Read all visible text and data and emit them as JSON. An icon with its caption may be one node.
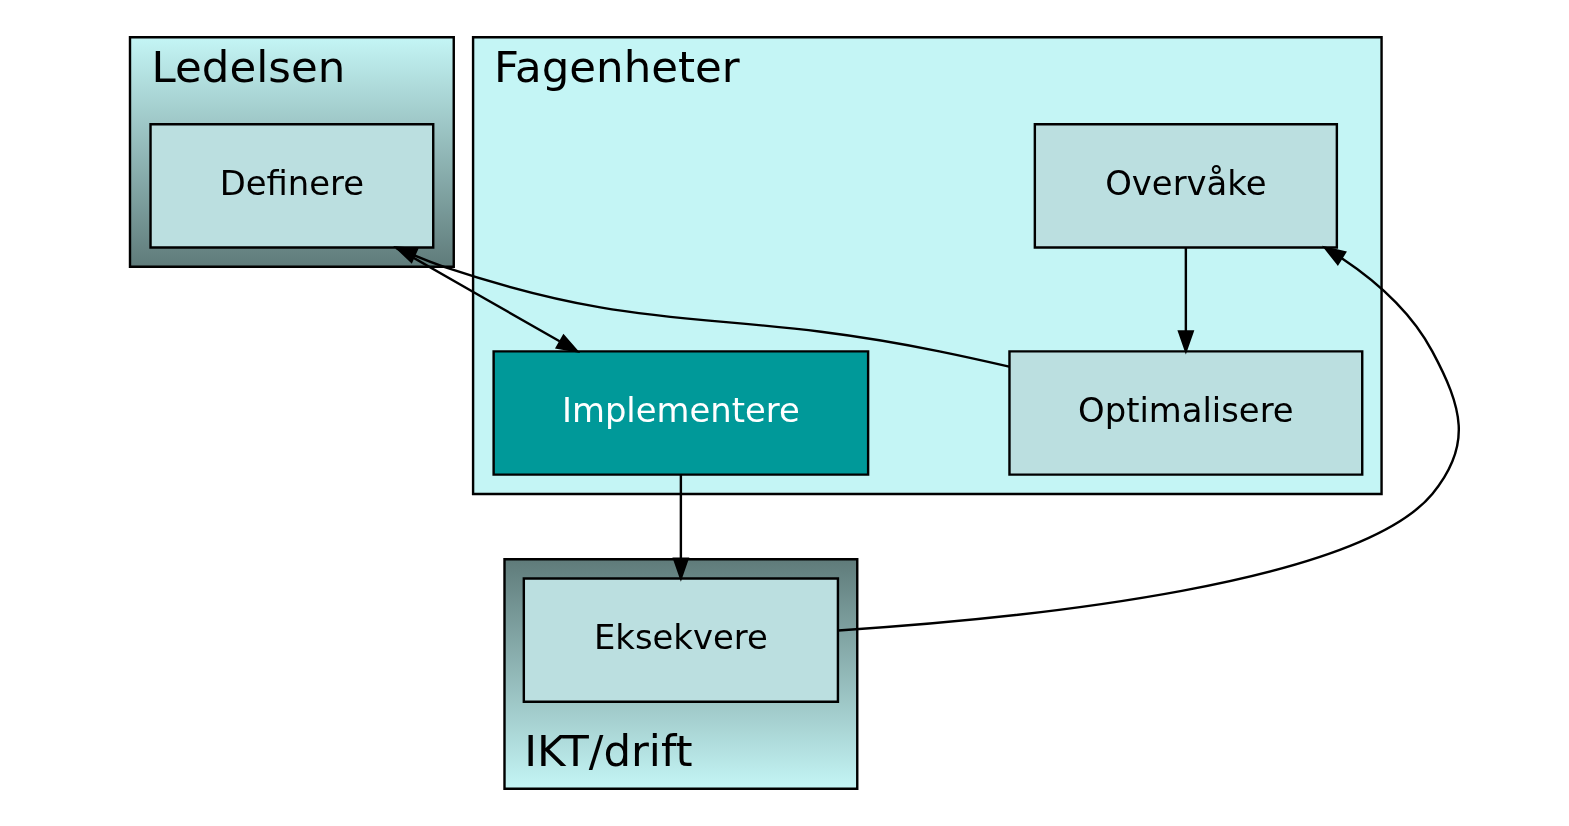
{
  "diagram": {
    "nodes": [
      {
        "text": [
          "Ledelsen"
        ]
      },
      {
        "text": [
          "Definere"
        ],
        "in": 0
      },
      {
        "text": [
          "Fagenheter"
        ]
      },
      {
        "text": [
          "Implementere"
        ],
        "in": 2
      },
      {
        "text": [
          "Overvåke"
        ],
        "in": 2
      },
      {
        "text": [
          "Optimalisere"
        ],
        "in": 2
      },
      {
        "text": [
          "IKT/drift"
        ]
      },
      {
        "text": [
          "Eksekvere"
        ],
        "in": 6
      }
    ],
    "edges": [
      {
        "from": 1,
        "to": 3,
        "arrow": "to"
      },
      {
        "from": 3,
        "to": 7,
        "arrow": "to"
      },
      {
        "from": 7,
        "to": 4,
        "arrow": "to"
      },
      {
        "from": 4,
        "to": 5,
        "arrow": "to"
      },
      {
        "from": 5,
        "to": 1,
        "arrow": "to"
      }
    ]
  }
}
